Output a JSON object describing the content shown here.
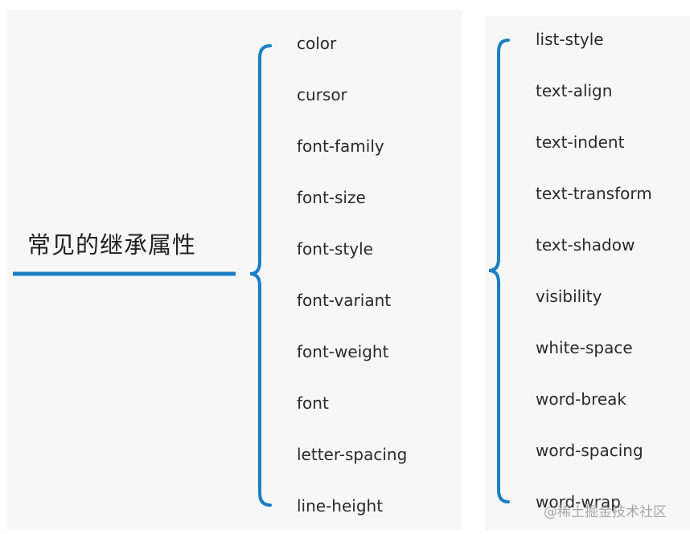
{
  "root": {
    "label": "常见的继承属性"
  },
  "column_left": {
    "items": [
      "color",
      "cursor",
      "font-family",
      "font-size",
      "font-style",
      "font-variant",
      "font-weight",
      "font",
      "letter-spacing",
      "line-height"
    ]
  },
  "column_right": {
    "items": [
      "list-style",
      "text-align",
      "text-indent",
      "text-transform",
      "text-shadow",
      "visibility",
      "white-space",
      "word-break",
      "word-spacing",
      "word-wrap"
    ]
  },
  "watermark": {
    "text": "@稀土掘金技术社区"
  },
  "colors": {
    "accent": "#1a7fc4",
    "text": "#2a2a2a",
    "panel": "#f7f7f7"
  }
}
